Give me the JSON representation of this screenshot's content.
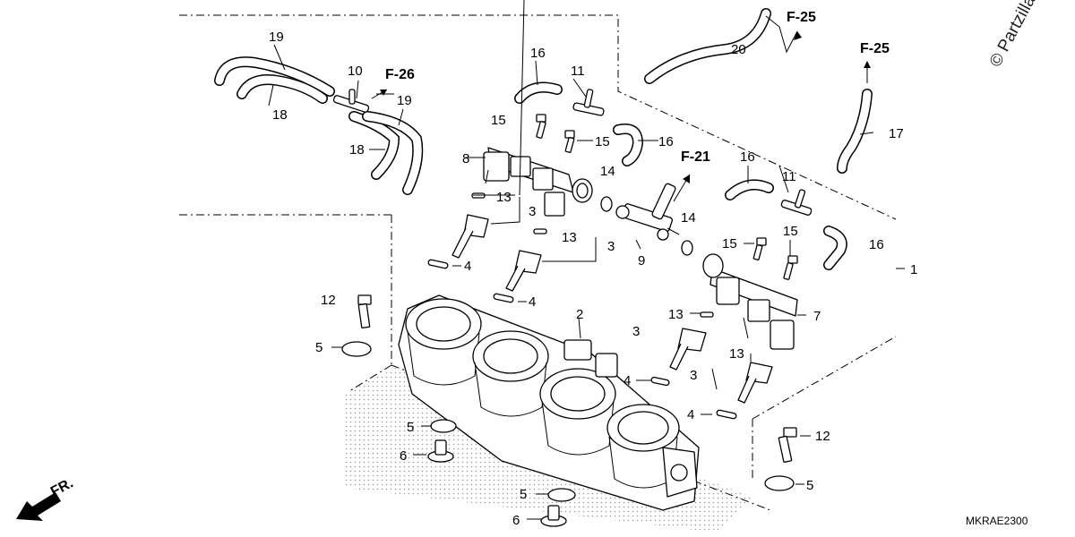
{
  "diagram": {
    "callouts": {
      "p1": "1",
      "p2": "2",
      "p3": "3",
      "p4": "4",
      "p5": "5",
      "p6": "6",
      "p7": "7",
      "p8": "8",
      "p9": "9",
      "p10": "10",
      "p11": "11",
      "p12": "12",
      "p13": "13",
      "p14": "14",
      "p15": "15",
      "p16": "16",
      "p17": "17",
      "p18": "18",
      "p19": "19",
      "p20": "20"
    },
    "refs": {
      "f25": "F-25",
      "f26": "F-26",
      "f21": "F-21"
    },
    "diagram_code": "MKRAE2300",
    "watermark": "© Partzilla",
    "front_label": "FR."
  }
}
